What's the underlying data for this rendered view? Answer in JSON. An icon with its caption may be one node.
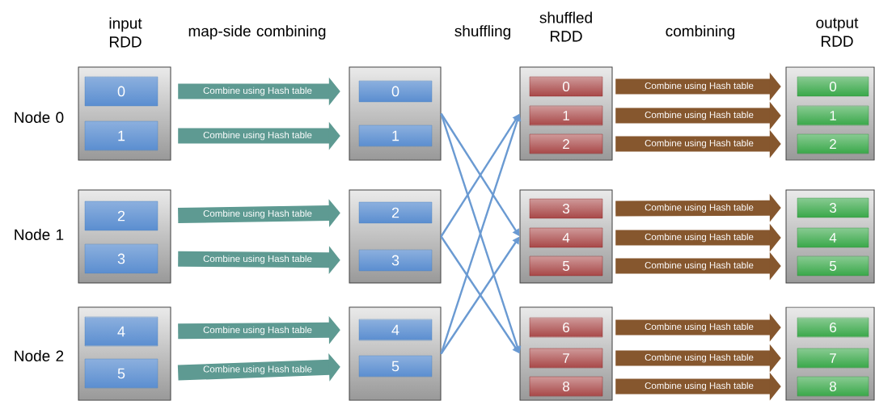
{
  "diagram": {
    "nodes": [
      {
        "text": [],
        "shape": "box"
      },
      {
        "text": [
          "0"
        ],
        "in": 0
      },
      {
        "text": [
          "1"
        ],
        "in": 0
      },
      {
        "text": [],
        "shape": "box"
      },
      {
        "text": [
          "0"
        ],
        "in": 3
      },
      {
        "text": [
          "1"
        ],
        "in": 3
      },
      {
        "text": [],
        "shape": "box"
      },
      {
        "text": [
          "0"
        ],
        "in": 6
      },
      {
        "text": [
          "1"
        ],
        "in": 6
      },
      {
        "text": [
          "2"
        ],
        "in": 6
      },
      {
        "text": [],
        "shape": "box"
      },
      {
        "text": [
          "0"
        ],
        "in": 10
      },
      {
        "text": [
          "1"
        ],
        "in": 10
      },
      {
        "text": [
          "2"
        ],
        "in": 10
      },
      {
        "text": [],
        "shape": "box"
      },
      {
        "text": [
          "2"
        ],
        "in": 14
      },
      {
        "text": [
          "3"
        ],
        "in": 14
      },
      {
        "text": [],
        "shape": "box"
      },
      {
        "text": [
          "2"
        ],
        "in": 17
      },
      {
        "text": [
          "3"
        ],
        "in": 17
      },
      {
        "text": [],
        "shape": "box"
      },
      {
        "text": [
          "3"
        ],
        "in": 20
      },
      {
        "text": [
          "4"
        ],
        "in": 20
      },
      {
        "text": [
          "5"
        ],
        "in": 20
      },
      {
        "text": [],
        "shape": "box"
      },
      {
        "text": [
          "3"
        ],
        "in": 24
      },
      {
        "text": [
          "4"
        ],
        "in": 24
      },
      {
        "text": [
          "5"
        ],
        "in": 24
      },
      {
        "text": [],
        "shape": "box"
      },
      {
        "text": [
          "4"
        ],
        "in": 28
      },
      {
        "text": [
          "5"
        ],
        "in": 28
      },
      {
        "text": [],
        "shape": "box"
      },
      {
        "text": [
          "4"
        ],
        "in": 31
      },
      {
        "text": [
          "5"
        ],
        "in": 31
      },
      {
        "text": [],
        "shape": "box"
      },
      {
        "text": [
          "6"
        ],
        "in": 34
      },
      {
        "text": [
          "7"
        ],
        "in": 34
      },
      {
        "text": [
          "8"
        ],
        "in": 34
      },
      {
        "text": [],
        "shape": "box"
      },
      {
        "text": [
          "6"
        ],
        "in": 38
      },
      {
        "text": [
          "7"
        ],
        "in": 38
      },
      {
        "text": [
          "8"
        ],
        "in": 38
      }
    ],
    "edges": [
      {
        "from": 1,
        "to": 4,
        "arrow": "to",
        "label": "Combine using Hash table",
        "color": "#5e9a92"
      },
      {
        "from": 2,
        "to": 5,
        "arrow": "to",
        "label": "Combine using Hash table",
        "color": "#5e9a92"
      },
      {
        "from": 15,
        "to": 18,
        "arrow": "to",
        "label": "Combine using Hash table",
        "color": "#5e9a92"
      },
      {
        "from": 16,
        "to": 19,
        "arrow": "to",
        "label": "Combine using Hash table",
        "color": "#5e9a92"
      },
      {
        "from": 29,
        "to": 32,
        "arrow": "to",
        "label": "Combine using Hash table",
        "color": "#5e9a92"
      },
      {
        "from": 30,
        "to": 33,
        "arrow": "to",
        "label": "Combine using Hash table",
        "color": "#5e9a92"
      },
      {
        "from": 3,
        "to": 20,
        "arrow": "to",
        "color": "#6a9ad2"
      },
      {
        "from": 3,
        "to": 34,
        "arrow": "to",
        "color": "#6a9ad2"
      },
      {
        "from": 17,
        "to": 6,
        "arrow": "to",
        "color": "#6a9ad2"
      },
      {
        "from": 17,
        "to": 34,
        "arrow": "to",
        "color": "#6a9ad2"
      },
      {
        "from": 31,
        "to": 6,
        "arrow": "to",
        "color": "#6a9ad2"
      },
      {
        "from": 31,
        "to": 20,
        "arrow": "to",
        "color": "#6a9ad2"
      },
      {
        "from": 7,
        "to": 11,
        "arrow": "to",
        "label": "Combine using Hash table",
        "color": "#86572e"
      },
      {
        "from": 8,
        "to": 12,
        "arrow": "to",
        "label": "Combine using Hash table",
        "color": "#86572e"
      },
      {
        "from": 9,
        "to": 13,
        "arrow": "to",
        "label": "Combine using Hash table",
        "color": "#86572e"
      },
      {
        "from": 21,
        "to": 25,
        "arrow": "to",
        "label": "Combine using Hash table",
        "color": "#86572e"
      },
      {
        "from": 22,
        "to": 26,
        "arrow": "to",
        "label": "Combine using Hash table",
        "color": "#86572e"
      },
      {
        "from": 23,
        "to": 27,
        "arrow": "to",
        "label": "Combine using Hash table",
        "color": "#86572e"
      },
      {
        "from": 35,
        "to": 39,
        "arrow": "to",
        "label": "Combine using Hash table",
        "color": "#86572e"
      },
      {
        "from": 36,
        "to": 40,
        "arrow": "to",
        "label": "Combine using Hash table",
        "color": "#86572e"
      },
      {
        "from": 37,
        "to": 41,
        "arrow": "to",
        "label": "Combine using Hash table",
        "color": "#86572e"
      }
    ],
    "labels": [
      "input RDD",
      "map-side combining",
      "shuffling",
      "shuffled RDD",
      "combining",
      "output RDD",
      "Node 0",
      "Node 1",
      "Node 2"
    ]
  }
}
